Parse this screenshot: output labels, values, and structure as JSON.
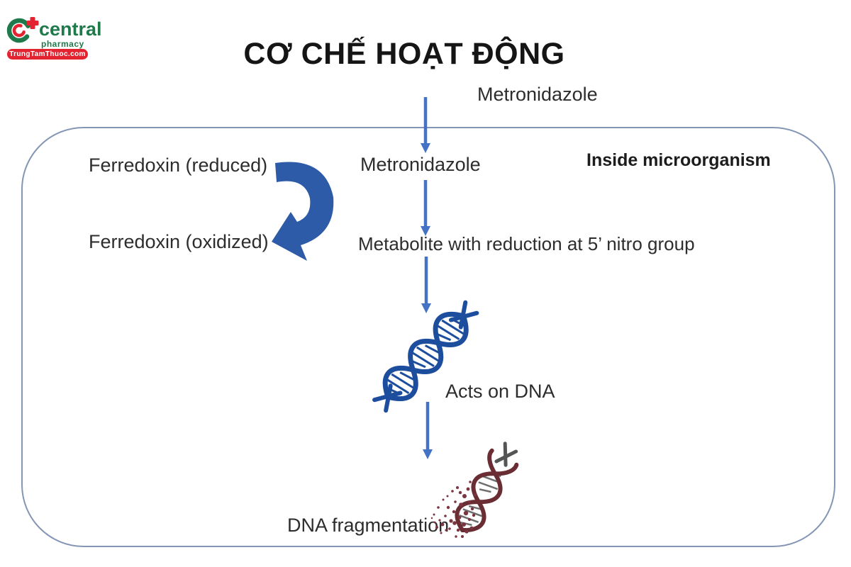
{
  "logo": {
    "name": "central",
    "subtitle": "pharmacy",
    "banner": "TrungTamThuoc.com"
  },
  "title": "CƠ CHẾ HOẠT ĐỘNG",
  "flow": {
    "drug_outside": "Metronidazole",
    "drug_inside": "Metronidazole",
    "region_label": "Inside microorganism",
    "ferredoxin_reduced": "Ferredoxin (reduced)",
    "ferredoxin_oxidized": "Ferredoxin (oxidized)",
    "metabolite": "Metabolite with reduction at 5’ nitro group",
    "acts_on_dna": "Acts on DNA",
    "dna_fragmentation": "DNA fragmentation"
  },
  "colors": {
    "arrow_blue": "#4472c4",
    "curved_arrow_blue": "#2d5ba7",
    "membrane_border": "#8496b5",
    "dna_helix_blue": "#1d4e9e",
    "dna_fragment_maroon": "#6b2d34",
    "logo_green": "#1e7a4b",
    "logo_red": "#e42330"
  }
}
